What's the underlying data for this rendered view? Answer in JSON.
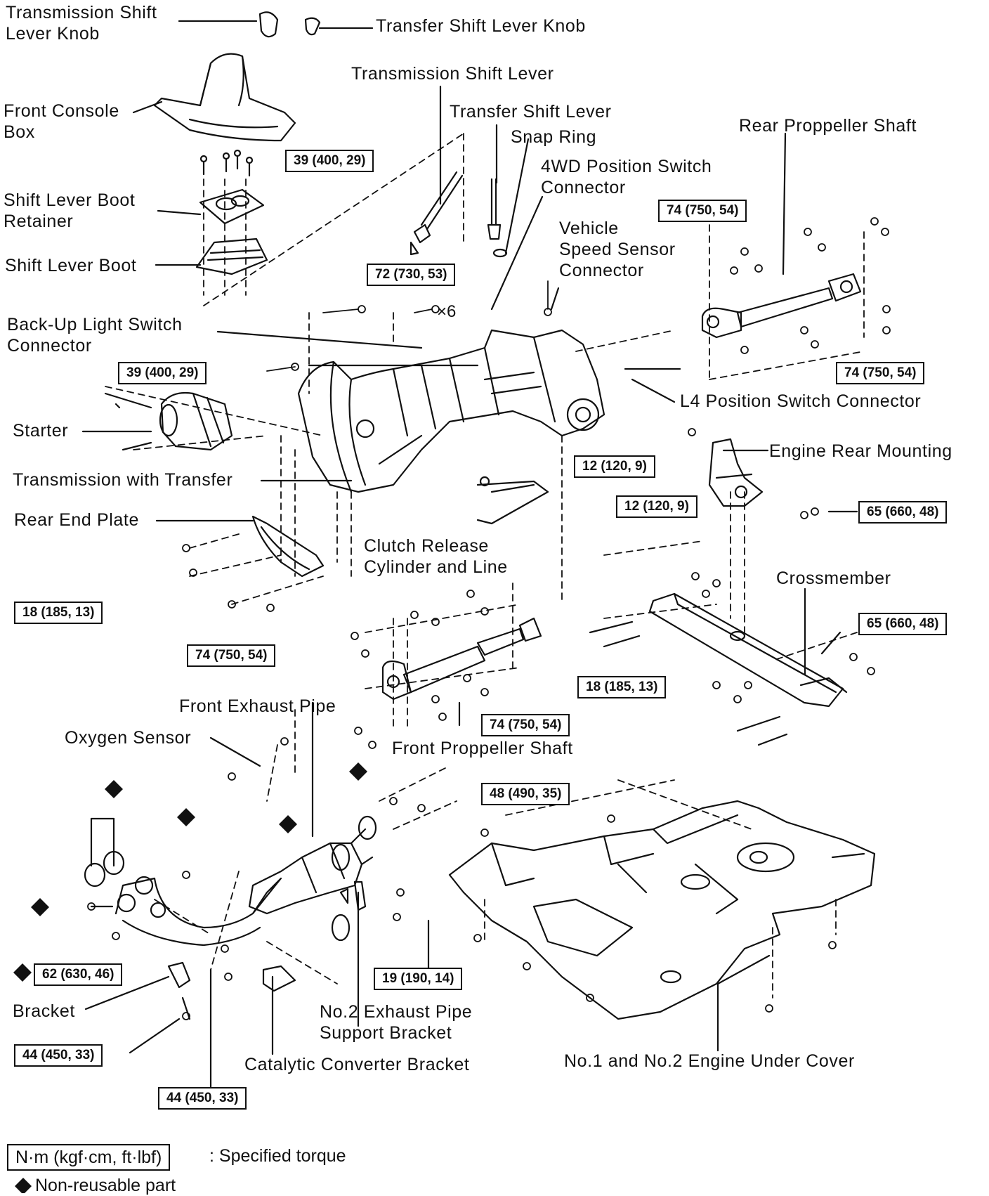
{
  "labels": {
    "transmission_shift_lever_knob": "Transmission Shift\nLever Knob",
    "transfer_shift_lever_knob": "Transfer Shift Lever Knob",
    "transmission_shift_lever": "Transmission Shift Lever",
    "transfer_shift_lever": "Transfer Shift Lever",
    "snap_ring": "Snap Ring",
    "front_console_box": "Front Console\nBox",
    "rear_propeller_shaft": "Rear Proppeller Shaft",
    "wd_position_switch_connector": "4WD Position Switch\nConnector",
    "shift_lever_boot_retainer": "Shift Lever Boot\nRetainer",
    "shift_lever_boot": "Shift Lever Boot",
    "vehicle_speed_sensor_connector": "Vehicle\nSpeed Sensor\nConnector",
    "backup_light_switch_connector": "Back-Up Light Switch\nConnector",
    "l4_position_switch_connector": "L4 Position Switch Connector",
    "starter": "Starter",
    "engine_rear_mounting": "Engine Rear Mounting",
    "transmission_with_transfer": "Transmission with Transfer",
    "rear_end_plate": "Rear End Plate",
    "clutch_release_cylinder": "Clutch Release\nCylinder and Line",
    "crossmember": "Crossmember",
    "front_exhaust_pipe": "Front Exhaust Pipe",
    "oxygen_sensor": "Oxygen Sensor",
    "front_propeller_shaft": "Front Proppeller Shaft",
    "bracket": "Bracket",
    "no2_exhaust_pipe_support_bracket": "No.2 Exhaust Pipe\nSupport Bracket",
    "catalytic_converter_bracket": "Catalytic Converter Bracket",
    "engine_under_cover": "No.1 and No.2 Engine Under Cover"
  },
  "torques": {
    "t39_a": "39 (400, 29)",
    "t72": "72 (730, 53)",
    "t74_a": "74 (750, 54)",
    "t39_b": "39 (400, 29)",
    "t74_b": "74 (750, 54)",
    "t12_a": "12 (120, 9)",
    "t12_b": "12 (120, 9)",
    "t65_a": "65 (660, 48)",
    "t65_b": "65 (660, 48)",
    "t18_a": "18 (185, 13)",
    "t74_c": "74 (750, 54)",
    "t18_b": "18 (185, 13)",
    "t74_d": "74 (750, 54)",
    "t48": "48 (490, 35)",
    "t62": "62 (630, 46)",
    "t19": "19 (190, 14)",
    "t44_a": "44 (450, 33)",
    "t44_b": "44 (450, 33)"
  },
  "quantity_x6": "×6",
  "legend": {
    "torque_units": "N·m (kgf·cm, ft·lbf)",
    "torque_desc": ": Specified torque",
    "nonreusable_desc": "Non-reusable part"
  }
}
